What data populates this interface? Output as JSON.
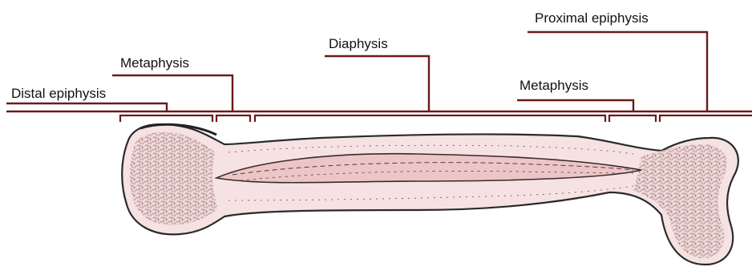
{
  "labels": {
    "distal_epiphysis": "Distal epiphysis",
    "metaphysis_left": "Metaphysis",
    "diaphysis": "Diaphysis",
    "metaphysis_right": "Metaphysis",
    "proximal_epiphysis": "Proximal epiphysis"
  },
  "colors": {
    "leader": "#6b1a1a",
    "bone_fill": "#f3dada",
    "bone_outline": "#2a2a2a",
    "marrow": "#e9c3c3"
  }
}
